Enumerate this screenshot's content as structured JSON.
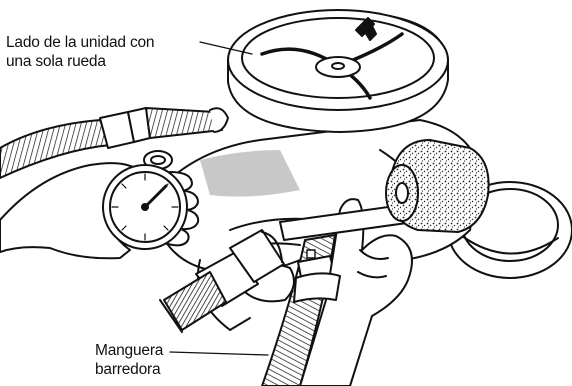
{
  "callouts": {
    "unit_side": {
      "line1": "Lado de la unidad con",
      "line2": "una sola rueda"
    },
    "sweep_hose": {
      "line1": "Manguera",
      "line2": "barredora"
    }
  },
  "colors": {
    "ink": "#111111",
    "shade": "#c8c8c8",
    "paper": "#ffffff"
  },
  "icons": [
    "pressure-gauge-icon",
    "sweep-hose-icon",
    "foam-scrubber-icon",
    "wheel-icon"
  ]
}
